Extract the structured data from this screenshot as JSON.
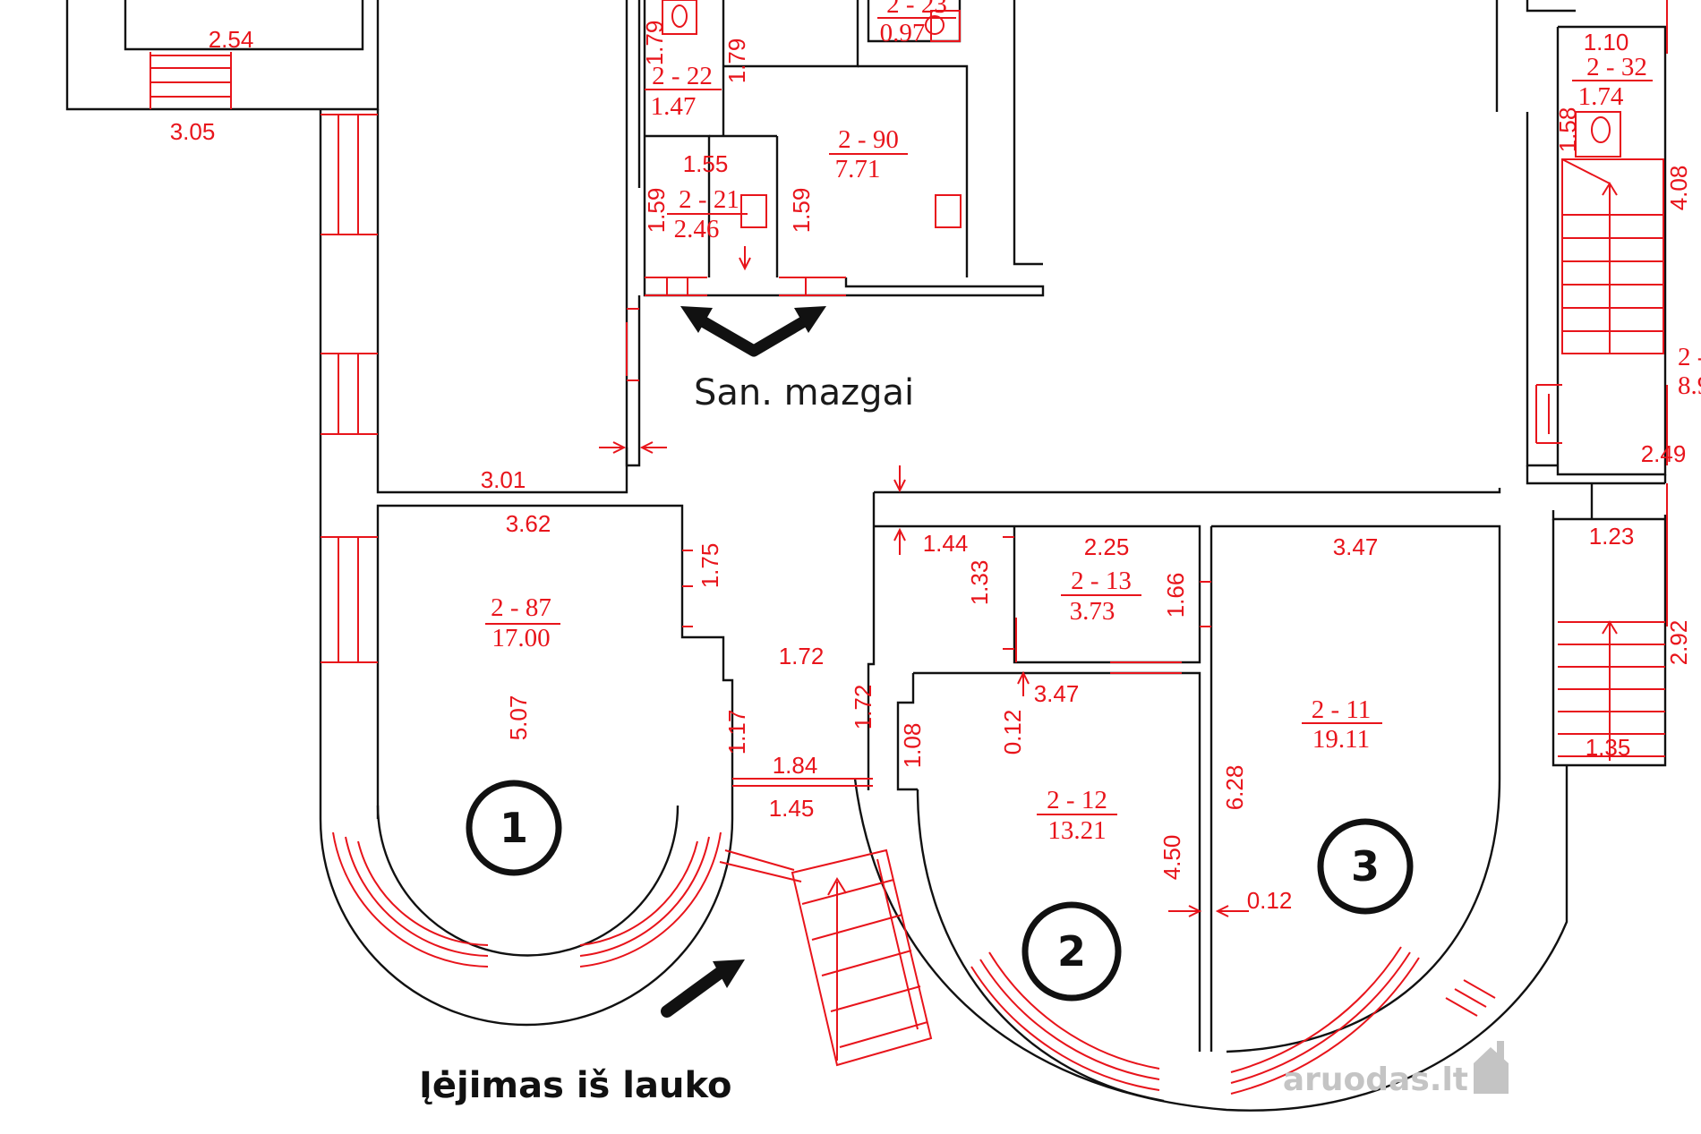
{
  "colors": {
    "wall": "#111111",
    "annotation": "#e8141b",
    "label": "#1a1a1a",
    "watermark": "#c4c4c4"
  },
  "rooms": [
    {
      "code": "2 - 87",
      "area": "17.00"
    },
    {
      "code": "2 - 90",
      "area": "7.71"
    },
    {
      "code": "2 - 21",
      "area": "2.46"
    },
    {
      "code": "2 - 22",
      "area": "1.47"
    },
    {
      "code": "2 - 23",
      "area": "0.97"
    },
    {
      "code": "2 - 13",
      "area": "3.73"
    },
    {
      "code": "2 - 12",
      "area": "13.21"
    },
    {
      "code": "2 - 11",
      "area": "19.11"
    },
    {
      "code": "2 - 32",
      "area": "1.74"
    },
    {
      "code": "2 -",
      "area": "8.9"
    }
  ],
  "dimensions": [
    "2.54",
    "3.05",
    "1.79",
    "1.79",
    "1.55",
    "1.59",
    "1.59",
    "1.10",
    "1.58",
    "4.08",
    "3.01",
    "3.62",
    "1.75",
    "5.07",
    "1.44",
    "1.33",
    "2.25",
    "1.66",
    "3.47",
    "2.49",
    "1.23",
    "2.92",
    "1.35",
    "1.72",
    "1.72",
    "1.17",
    "1.84",
    "1.45",
    "3.47",
    "0.12",
    "1.08",
    "4.50",
    "0.12",
    "6.28"
  ],
  "unit_markers": [
    "1",
    "2",
    "3"
  ],
  "annotations": {
    "restrooms": "San. mazgai",
    "entrance": "Įėjimas iš lauko"
  },
  "watermark": "aruodas.lt",
  "icons": [
    "arrow-pointer-icon",
    "toilet-icon",
    "sink-icon",
    "stair-arrow-icon",
    "house-logo-icon"
  ]
}
